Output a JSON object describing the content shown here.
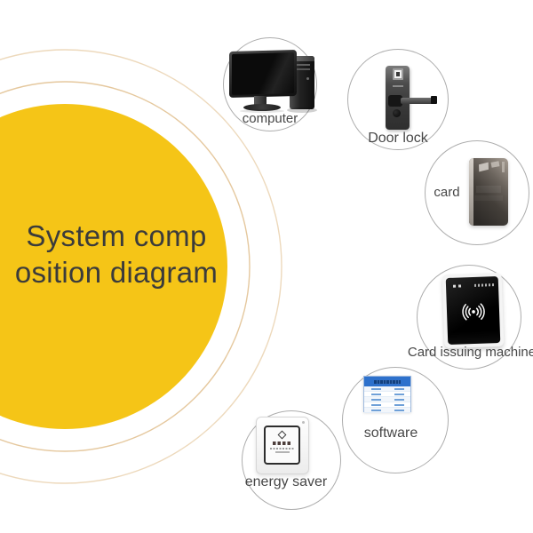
{
  "title": {
    "line1": "System comp",
    "line2": "osition diagram"
  },
  "items": [
    {
      "id": "computer",
      "label": "computer"
    },
    {
      "id": "door-lock",
      "label": "Door lock"
    },
    {
      "id": "card",
      "label": "card"
    },
    {
      "id": "card-issuing-machine",
      "label": "Card issuing machine"
    },
    {
      "id": "software",
      "label": "software"
    },
    {
      "id": "energy-saver",
      "label": "energy saver"
    }
  ],
  "colors": {
    "accent-yellow": "#F5C517",
    "ring-inner": "#E5C89E",
    "ring-outer": "#EDD9BC",
    "circle-border": "#ADADAD",
    "title-text": "#3B3B3B",
    "label-text": "#474747",
    "software-blue": "#2E71CC"
  }
}
